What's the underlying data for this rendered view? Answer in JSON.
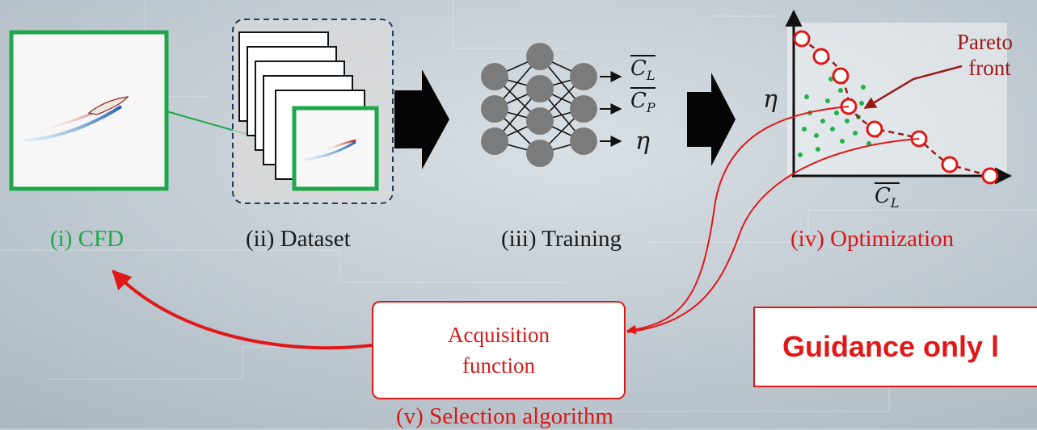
{
  "stages": {
    "cfd_label": "(i) CFD",
    "dataset_label": "(ii) Dataset",
    "training_label": "(iii) Training",
    "optimization_label": "(iv) Optimization",
    "selection_label": "(v) Selection algorithm"
  },
  "outputs": {
    "cl_symbol": "C",
    "cl_subscript": "L",
    "cp_symbol": "C",
    "cp_subscript": "P",
    "eta_symbol": "η"
  },
  "plot": {
    "y_axis_symbol": "η",
    "x_axis_symbol": "C",
    "x_axis_subscript": "L",
    "pareto_label_line1": "Pareto",
    "pareto_label_line2": "front"
  },
  "acquisition": {
    "line1": "Acquisition",
    "line2": "function"
  },
  "guidance_text": "Guidance only l",
  "colors": {
    "green": "#1ea84a",
    "red": "#e01818",
    "dark_red": "#9a1a1a",
    "node_gray": "#7b7b7b"
  }
}
